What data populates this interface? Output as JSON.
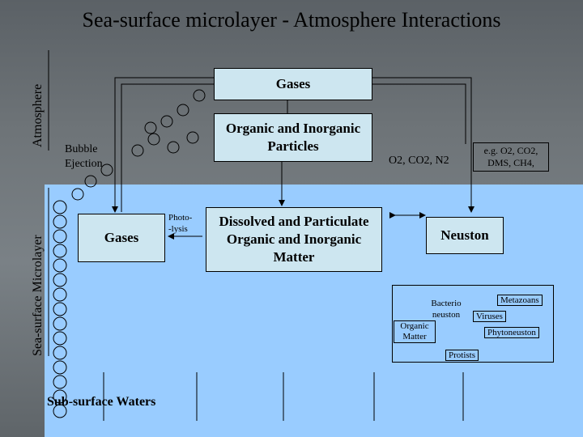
{
  "title": "Sea-surface microlayer - Atmosphere Interactions",
  "labels": {
    "atmosphere": "Atmosphere",
    "microlayer": "Sea-surface Microlayer",
    "bubble_ejection_1": "Bubble",
    "bubble_ejection_2": "Ejection",
    "subsurface": "Sub-surface Waters",
    "photolysis_1": "Photo-",
    "photolysis_2": "-lysis"
  },
  "boxes": {
    "gases_top": "Gases",
    "particles": "Organic and Inorganic Particles",
    "gases_water": "Gases",
    "dissolved": "Dissolved and Particulate Organic and Inorganic Matter"
  },
  "gas_formula": "O2, CO2, N2",
  "gas_examples": "e.g. O2, CO2, DMS, CH4,",
  "neuston": {
    "title": "Neuston",
    "bacterioneuston": "Bacterio neuston",
    "organic_matter": "Organic Matter",
    "viruses": "Viruses",
    "metazoans": "Metazoans",
    "phytoneuston": "Phytoneuston",
    "protists": "Protists"
  }
}
